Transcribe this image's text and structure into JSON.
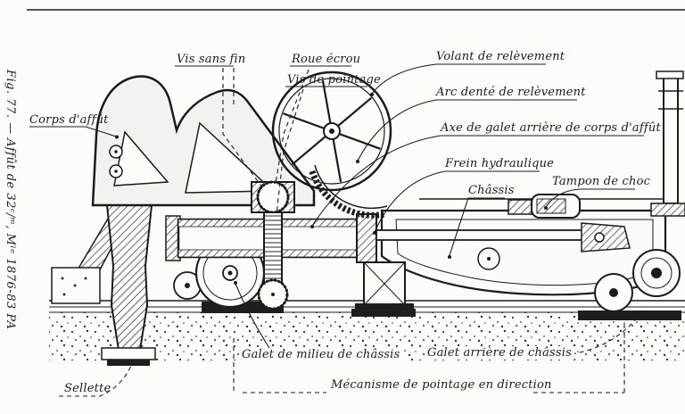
{
  "figure": {
    "side_caption": "Fig. 77. — Affût de 32ᶜ/ᵐ, Mˡᵉ 1876-83 PA"
  },
  "labels": {
    "corps_affut": "Corps d'affût",
    "vis_sans_fin": "Vis sans fin",
    "roue_ecrou": "Roue écrou",
    "vis_de_pointage": "Vis de pointage",
    "volant_de_relevement": "Volant de relèvement",
    "arc_dente_de_relevement": "Arc denté de relèvement",
    "axe_de_galet_arriere": "Axe de galet arrière de corps d'affût",
    "frein_hydraulique": "Frein hydraulique",
    "chassis": "Châssis",
    "tampon_de_choc": "Tampon de choc",
    "galet_de_milieu": "Galet de milieu de châssis",
    "galet_arriere": "Galet arrière de châssis",
    "mecanisme_de_pointage": "Mécanisme de pointage en direction",
    "sellette": "Sellette"
  },
  "drawing": {
    "ink_color": "#1b1b1b",
    "paper_color": "#fcfcf9"
  }
}
